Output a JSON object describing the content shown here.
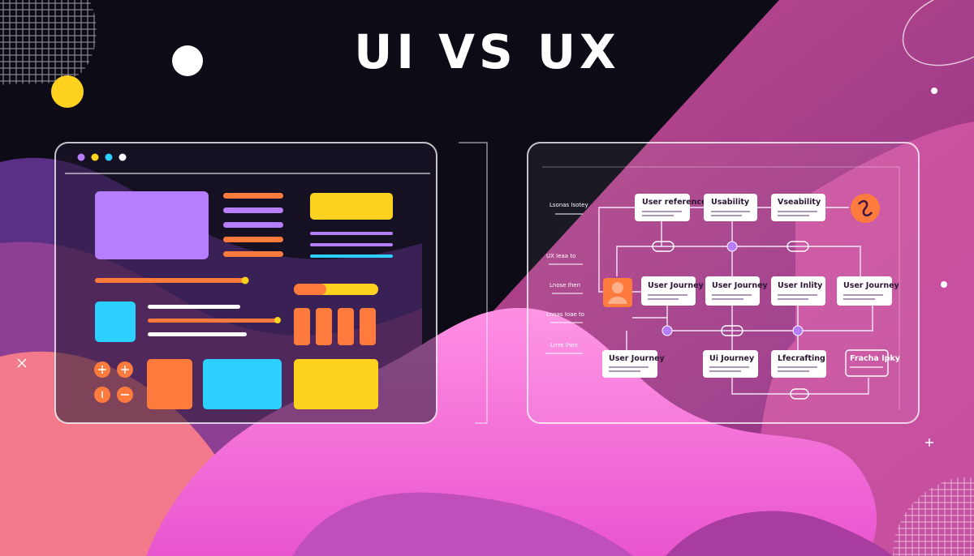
{
  "title": "UI VS UX",
  "colors": {
    "background": "#0d0b16",
    "magenta": "#b0468f",
    "pink": "#ff6fd8",
    "purple": "#b77dff",
    "orange": "#ff7a3d",
    "yellow": "#ffd21f",
    "cyan": "#2bd0ff"
  },
  "ux_flow": {
    "row1": [
      "User reference",
      "Usability",
      "Vseability"
    ],
    "row2": [
      "User Journey",
      "User Journey",
      "User Inlity",
      "User Journey"
    ],
    "row3": [
      "User Journey",
      "Ui Journey",
      "Lfecrafting",
      "Fracha Ipky"
    ],
    "side_labels": [
      "Lsonas Isotey",
      "UX Ieaa to",
      "Lnose Ihen",
      "Lnoas Ioae to",
      "Lrrre Ihen"
    ]
  }
}
